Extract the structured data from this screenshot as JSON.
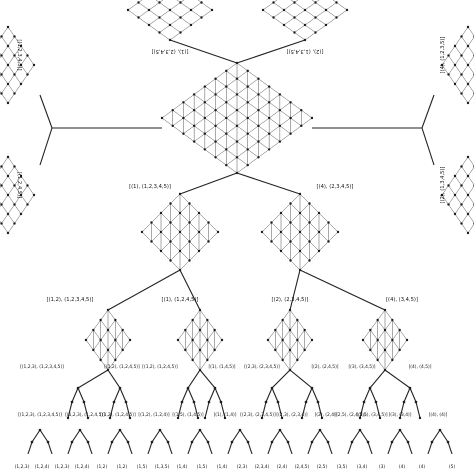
{
  "colors": {
    "ink": "#1a1a1a",
    "background": "#ffffff"
  },
  "labels": {
    "top_left": "[(1), (2,3,4,5)]",
    "top_right": "[(2), (1,3,4,5)]",
    "left_upper": "[(1,2,3,4,5)]",
    "left_lower": "[(1,2,4,5)]",
    "right_upper": "[(4), (1,2,3,5)]",
    "right_lower": "[(2), (1,3,4,5)]",
    "mid_left": "[(1), (1,2,3,4,5)]",
    "mid_right": "[(4), (2,3,4,5)]",
    "third": [
      "[(1,2), (1,2,3,4,5)]",
      "[(1), (1,2,4,5)]",
      "[(2), (2,3,4,5)]",
      "[(4), (3,4,5)]"
    ],
    "fourth": [
      "[(1,2,3), (1,2,3,4,5)]",
      "[(1,2), (1,2,4,5)]",
      "[(1,2), (1,2,4,5)]",
      "[(1), (1,4,5)]",
      "[(2,3), (2,3,4,5)]",
      "[(2), (2,4,5)]",
      "[(3), (3,4,5)]",
      "[(4), (4,5)]"
    ],
    "fifth": [
      "[(1,2,3), (1,2,3,4,5)]",
      "[(1,2,3), (1,2,4,5)]",
      "[(1,2), (1,2,4,5)]",
      "[(1,2), (1,2,4)]",
      "[(1,5), (1,4,5)]",
      "[(1), (1,4)]",
      "[(2,3), (2,3,4,5)]",
      "[(2,3), (2,3,4)]",
      "[(2), (2,4)]",
      "[(2,5), (2,4,5)]",
      "[(3,5), (3,4,5)]",
      "[(3), (3,4)]",
      "[(4), (4)]"
    ],
    "leaves": [
      "(1,2,3)",
      "(1,2,4)",
      "(1,2,3)",
      "(1,2,4)",
      "(1,2)",
      "(1,2)",
      "(1,5)",
      "(1,3,5)",
      "(1,4)",
      "(1,5)",
      "(1,4)",
      "(2,3)",
      "(2,3,4)",
      "(2,4)",
      "(2,4,5)",
      "(2,5)",
      "(3,5)",
      "(3,4)",
      "(3)",
      "(4)",
      "(4)",
      "(5)"
    ]
  }
}
